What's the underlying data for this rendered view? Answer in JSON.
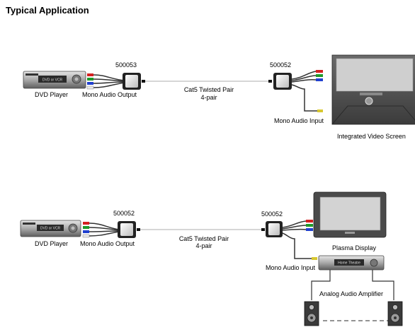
{
  "title": "Typical Application",
  "top": {
    "source_label": "DVD Player",
    "source_screen": "DVD or VCR",
    "tx_part": "500053",
    "tx_caption": "Mono Audio Output",
    "cable_line1": "Cat5 Twisted Pair",
    "cable_line2": "4-pair",
    "rx_part": "500052",
    "rx_caption": "Mono Audio Input",
    "display_label": "Integrated Video Screen"
  },
  "bottom": {
    "source_label": "DVD Player",
    "source_screen": "DVD or VCR",
    "tx_part": "500052",
    "tx_caption": "Mono Audio Output",
    "cable_line1": "Cat5 Twisted Pair",
    "cable_line2": "4-pair",
    "rx_part": "500052",
    "rx_caption": "Mono Audio Input",
    "display_label": "Plasma Display",
    "amp_screen": "Home Theatre",
    "amp_label": "Analog Audio Amplifier"
  },
  "colors": {
    "cable_red": "#d42020",
    "cable_green": "#1f9a2a",
    "cable_blue": "#2040d0",
    "cable_white": "#e8e8e8",
    "audio_yellow": "#d8c830"
  }
}
